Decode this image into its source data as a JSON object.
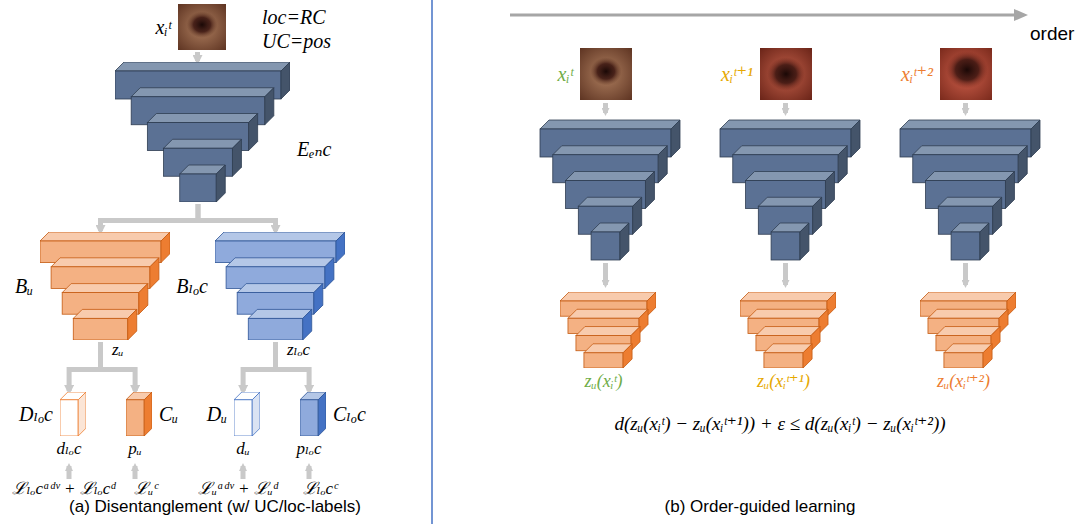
{
  "diagram": {
    "nodes": [
      {
        "text": [
          "xᵢᵗ"
        ]
      },
      {
        "text": [
          "Eₑₙc"
        ]
      },
      {
        "text": [
          "Bᵤ"
        ]
      },
      {
        "text": [
          "Bₗₒc"
        ]
      },
      {
        "text": [
          "Dₗₒc"
        ]
      },
      {
        "text": [
          "Cᵤ"
        ]
      },
      {
        "text": [
          "Dᵤ"
        ]
      },
      {
        "text": [
          "Cₗₒc"
        ]
      },
      {
        "text": [
          "xᵢᵗ"
        ]
      },
      {
        "text": [
          "xᵢᵗ⁺¹"
        ]
      },
      {
        "text": [
          "xᵢᵗ⁺²"
        ]
      },
      {
        "text": [
          "zᵤ(xᵢᵗ)"
        ]
      },
      {
        "text": [
          "zᵤ(xᵢᵗ⁺¹)"
        ]
      },
      {
        "text": [
          "zᵤ(xᵢᵗ⁺²)"
        ]
      }
    ],
    "edges": [
      {
        "from": 0,
        "to": 1,
        "arrow": "to"
      },
      {
        "from": 1,
        "to": 2,
        "arrow": "to"
      },
      {
        "from": 1,
        "to": 3,
        "arrow": "to"
      },
      {
        "from": 2,
        "to": 4,
        "arrow": "to"
      },
      {
        "from": 2,
        "to": 5,
        "arrow": "to"
      },
      {
        "from": 3,
        "to": 6,
        "arrow": "to"
      },
      {
        "from": 3,
        "to": 7,
        "arrow": "to"
      }
    ],
    "labels": [
      "loc=RC",
      "UC=pos",
      "zᵤ",
      "zₗₒc",
      "dₗₒc",
      "pᵤ",
      "dᵤ",
      "pₗₒc",
      "ℒₗₒcᵃᵈᵛ + ℒₗₒcᵈ",
      "ℒᵤᶜ",
      "ℒᵤᵃᵈᵛ + ℒᵤᵈ",
      "ℒₗₒcᶜ",
      "(a) Disentanglement (w/ UC/loc-labels)",
      "order",
      "d(zᵤ(xᵢᵗ) − zᵤ(xᵢᵗ⁺¹)) + ε ≤ d(zᵤ(xᵢᵗ) − zᵤ(xᵢᵗ⁺²))",
      "(b) Order-guided learning"
    ]
  }
}
